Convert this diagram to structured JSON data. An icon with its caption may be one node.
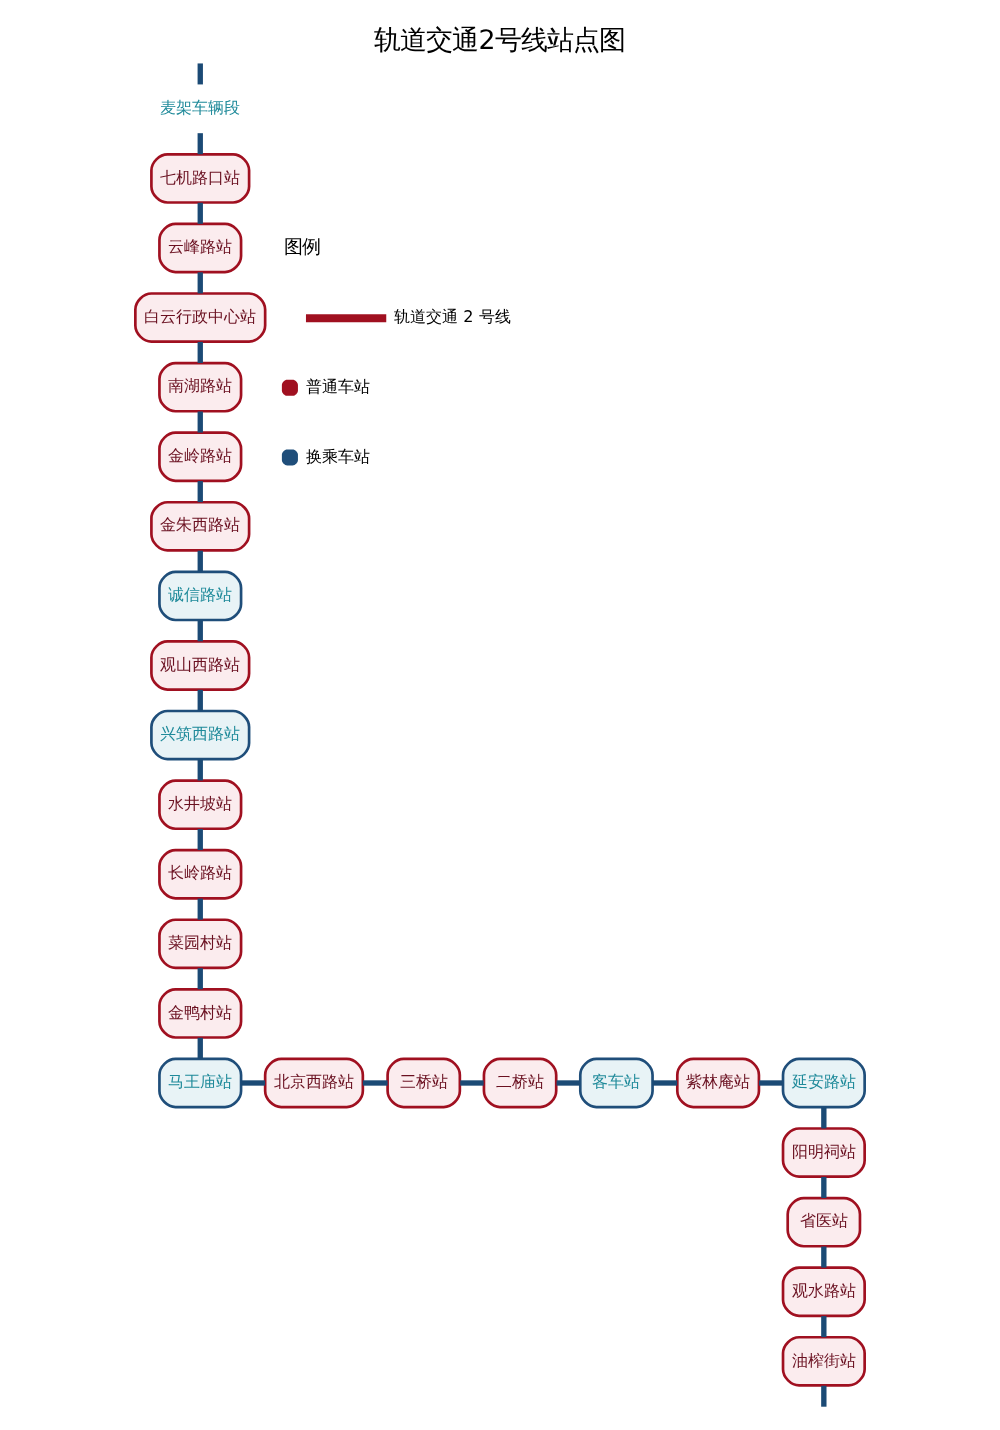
{
  "diagram": {
    "title": "轨道交通2号线站点图",
    "nodes": [
      {
        "text": [
          "麦架车辆段"
        ]
      },
      {
        "text": [
          "七机路口站"
        ]
      },
      {
        "text": [
          "云峰路站"
        ]
      },
      {
        "text": [
          "白云行政中心站"
        ]
      },
      {
        "text": [
          "南湖路站"
        ]
      },
      {
        "text": [
          "金岭路站"
        ]
      },
      {
        "text": [
          "金朱西路站"
        ]
      },
      {
        "text": [
          "诚信路站"
        ]
      },
      {
        "text": [
          "观山西路站"
        ]
      },
      {
        "text": [
          "兴筑西路站"
        ]
      },
      {
        "text": [
          "水井坡站"
        ]
      },
      {
        "text": [
          "长岭路站"
        ]
      },
      {
        "text": [
          "菜园村站"
        ]
      },
      {
        "text": [
          "金鸭村站"
        ]
      },
      {
        "text": [
          "马王庙站"
        ]
      },
      {
        "text": [
          "北京西路站"
        ]
      },
      {
        "text": [
          "三桥站"
        ]
      },
      {
        "text": [
          "二桥站"
        ]
      },
      {
        "text": [
          "客车站"
        ]
      },
      {
        "text": [
          "紫林庵站"
        ]
      },
      {
        "text": [
          "延安路站"
        ]
      },
      {
        "text": [
          "阳明祠站"
        ]
      },
      {
        "text": [
          "省医站"
        ]
      },
      {
        "text": [
          "观水路站"
        ]
      },
      {
        "text": [
          "油榨街站"
        ]
      }
    ],
    "edges": [
      {
        "from": null,
        "to": 0,
        "arrow": "none"
      },
      {
        "from": 0,
        "to": 1,
        "arrow": "none"
      },
      {
        "from": 1,
        "to": 2,
        "arrow": "none"
      },
      {
        "from": 2,
        "to": 3,
        "arrow": "none"
      },
      {
        "from": 3,
        "to": 4,
        "arrow": "none"
      },
      {
        "from": 4,
        "to": 5,
        "arrow": "none"
      },
      {
        "from": 5,
        "to": 6,
        "arrow": "none"
      },
      {
        "from": 6,
        "to": 7,
        "arrow": "none"
      },
      {
        "from": 7,
        "to": 8,
        "arrow": "none"
      },
      {
        "from": 8,
        "to": 9,
        "arrow": "none"
      },
      {
        "from": 9,
        "to": 10,
        "arrow": "none"
      },
      {
        "from": 10,
        "to": 11,
        "arrow": "none"
      },
      {
        "from": 11,
        "to": 12,
        "arrow": "none"
      },
      {
        "from": 12,
        "to": 13,
        "arrow": "none"
      },
      {
        "from": 13,
        "to": 14,
        "arrow": "none"
      },
      {
        "from": 14,
        "to": 15,
        "arrow": "none"
      },
      {
        "from": 15,
        "to": 16,
        "arrow": "none"
      },
      {
        "from": 16,
        "to": 17,
        "arrow": "none"
      },
      {
        "from": 17,
        "to": 18,
        "arrow": "none"
      },
      {
        "from": 18,
        "to": 19,
        "arrow": "none"
      },
      {
        "from": 19,
        "to": 20,
        "arrow": "none"
      },
      {
        "from": 20,
        "to": 21,
        "arrow": "none"
      },
      {
        "from": 21,
        "to": 22,
        "arrow": "none"
      },
      {
        "from": 22,
        "to": 23,
        "arrow": "none"
      },
      {
        "from": 23,
        "to": 24,
        "arrow": "none"
      },
      {
        "from": 24,
        "to": null,
        "arrow": "none"
      }
    ],
    "labels": [
      "图例"
    ],
    "legend": [
      {
        "text": "轨道交通 2 号线"
      },
      {
        "text": "普通车站",
        "color": "#a01020"
      },
      {
        "text": "换乘车站",
        "color": "#1f4e7a"
      }
    ]
  }
}
